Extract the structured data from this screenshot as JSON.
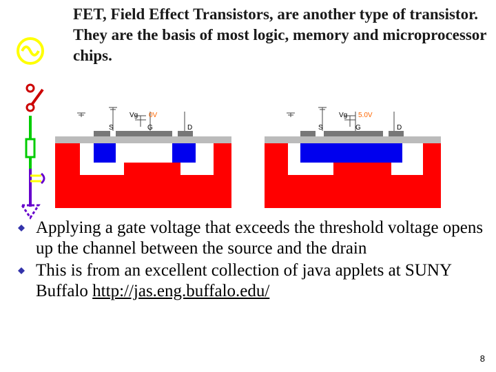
{
  "slide": {
    "title": "FET, Field Effect Transistors, are another type of transistor.  They are the basis of most logic, memory and microprocessor chips.",
    "bullets": [
      {
        "text": "Applying a gate voltage that exceeds the threshold voltage opens up the channel between the source and the drain"
      },
      {
        "text_before": "This is from an excellent collection of java applets at SUNY Buffalo ",
        "link_text": "http://jas.eng.buffalo.edu/"
      }
    ],
    "page_number": "8"
  },
  "diagrams": [
    {
      "vg_label": "Vg",
      "voltage": "0V",
      "source": "S",
      "gate": "G",
      "drain": "D"
    },
    {
      "vg_label": "Vg",
      "voltage": "5.0V",
      "source": "S",
      "gate": "G",
      "drain": "D"
    }
  ],
  "colors": {
    "substrate": "#ff0000",
    "channel": "#0000ee",
    "bullet": "#3333aa",
    "voltage_text": "#ff6600",
    "icon_yellow": "#ffff00",
    "icon_red": "#cc0000",
    "icon_green": "#00cc00",
    "icon_purple": "#6600cc"
  }
}
